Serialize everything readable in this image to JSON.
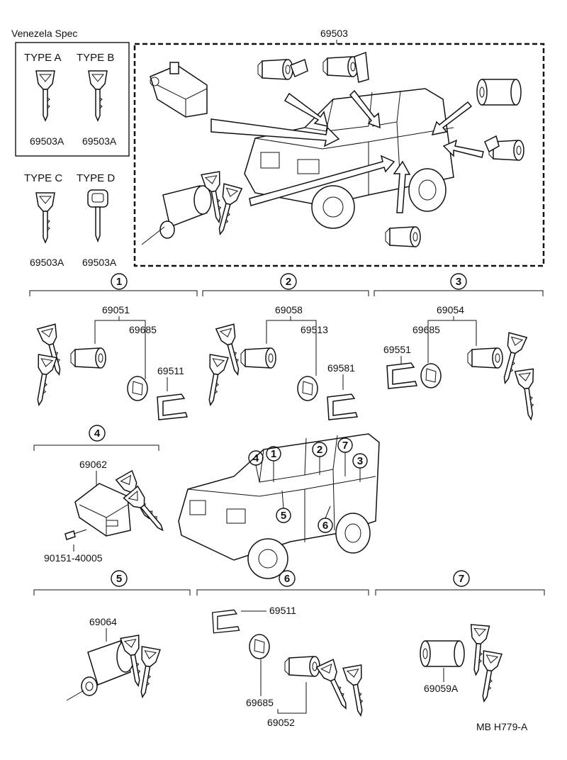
{
  "spec_label": "Venezela Spec",
  "main_part": "69503",
  "key_types": [
    {
      "label": "TYPE  A",
      "part": "69503A"
    },
    {
      "label": "TYPE  B",
      "part": "69503A"
    },
    {
      "label": "TYPE  C",
      "part": "69503A"
    },
    {
      "label": "TYPE  D",
      "part": "69503A"
    }
  ],
  "groups": [
    {
      "number": "1",
      "parts": [
        "69051",
        "69685",
        "69511"
      ]
    },
    {
      "number": "2",
      "parts": [
        "69058",
        "69513",
        "69581"
      ]
    },
    {
      "number": "3",
      "parts": [
        "69054",
        "69685",
        "69551"
      ]
    },
    {
      "number": "4",
      "parts": [
        "69062",
        "90151-40005"
      ]
    },
    {
      "number": "5",
      "parts": [
        "69064"
      ]
    },
    {
      "number": "6",
      "parts": [
        "69511",
        "69685",
        "69052"
      ]
    },
    {
      "number": "7",
      "parts": [
        "69059A"
      ]
    }
  ],
  "vehicle_markers": [
    "4",
    "1",
    "2",
    "7",
    "3",
    "5",
    "6"
  ],
  "footer_code": "MB  H779-A"
}
